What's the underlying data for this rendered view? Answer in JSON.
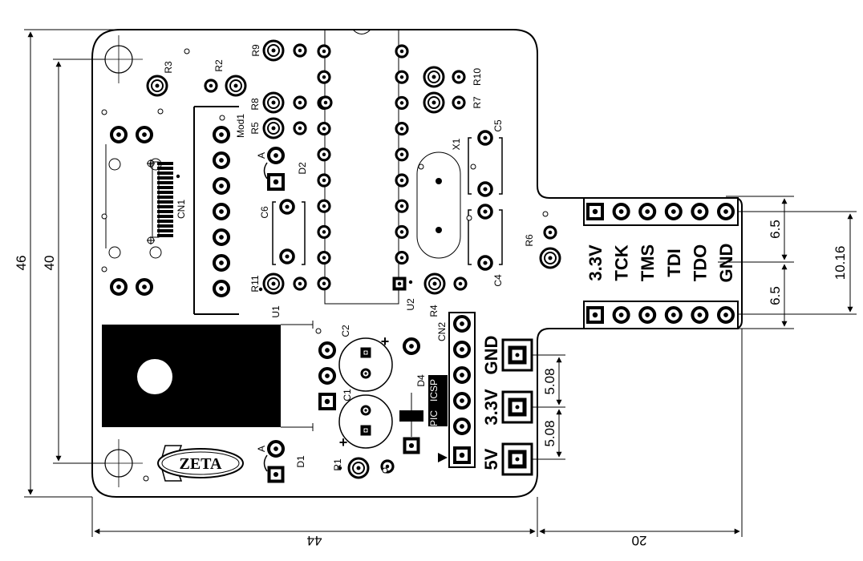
{
  "dimensions": {
    "board_height": "46",
    "hole_spacing_vertical": "40",
    "board_width": "44",
    "connector_extension": "20",
    "jtag_pitch_top": "6.5",
    "jtag_pitch_bottom": "6.5",
    "jtag_spacing": "10.16",
    "power_pitch_top": "5.08",
    "power_pitch_bottom": "5.08"
  },
  "references": {
    "R1": "R1",
    "R2": "R2",
    "R3": "R3",
    "R4": "R4",
    "R5": "R5",
    "R6": "R6",
    "R7": "R7",
    "R8": "R8",
    "R9": "R9",
    "R10": "R10",
    "R11": "R11",
    "C1": "C1",
    "C2": "C2",
    "C4": "C4",
    "C5": "C5",
    "C6": "C6",
    "D1": "D1",
    "D2": "D2",
    "D4": "D4",
    "U1": "U1",
    "U2": "U2",
    "X1": "X1",
    "CN1": "CN1",
    "CN2": "CN2",
    "Mod1": "Mod1"
  },
  "markings": {
    "anode": "A",
    "plus": "+",
    "icsp_left": "PIC",
    "icsp_right": "ICSP",
    "logo": "ZETA"
  },
  "jtag_labels": [
    "3.3V",
    "TCK",
    "TMS",
    "TDI",
    "TDO",
    "GND"
  ],
  "power_labels": [
    "GND",
    "3.3V",
    "5V"
  ]
}
